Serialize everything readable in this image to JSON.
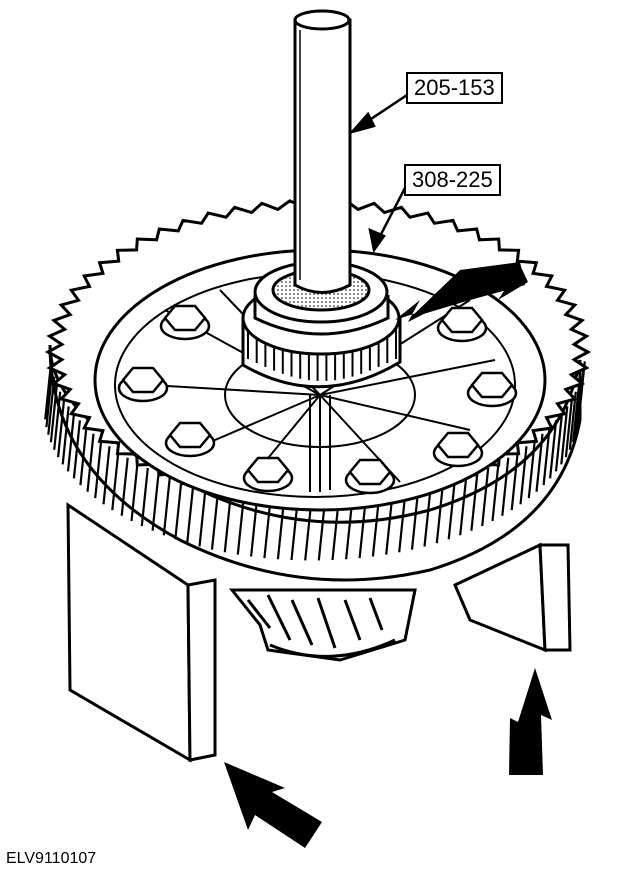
{
  "callouts": {
    "tool_upper": "205-153",
    "tool_lower": "308-225"
  },
  "figure_id": "ELV9110107",
  "icons": [
    "press-direction-arrow",
    "support-direction-arrow"
  ],
  "colors": {
    "ink": "#000000",
    "paper": "#ffffff"
  }
}
